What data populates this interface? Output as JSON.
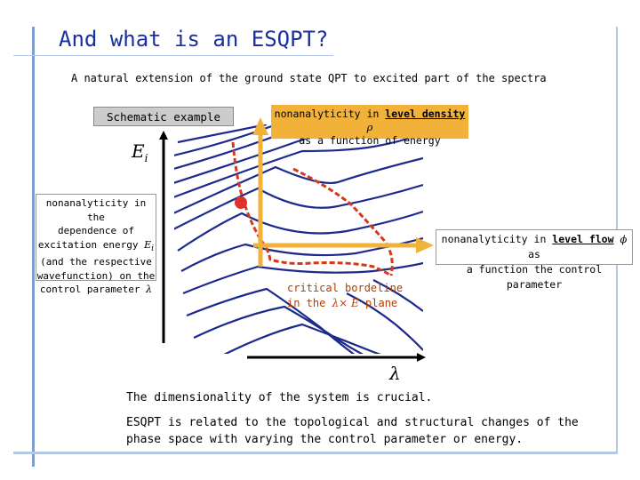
{
  "title": "And what is an ESQPT?",
  "subtitle": "A natural extension of the ground state QPT to excited part of the spectra",
  "schematic_label": "Schematic example",
  "density_note": {
    "line1_prefix": "nonanalyticity in ",
    "line1_link": "level density",
    "line1_symbol": "ρ",
    "line2": "as a function of energy"
  },
  "flow_note": {
    "line1_prefix": "nonanalyticity in ",
    "line1_link": "level flow",
    "line1_symbol": "ϕ",
    "line1_suffix": " as",
    "line2": "a function the control parameter"
  },
  "energy_note": {
    "l1": "nonanalyticity in the",
    "l2": "dependence of",
    "l3_prefix": "excitation energy ",
    "l3_symbol": "E",
    "l3_sub": "i",
    "l4": "(and the respective",
    "l5": "wavefunction) on the",
    "l6_prefix": "control parameter ",
    "l6_symbol": "λ"
  },
  "critical_note": {
    "line1": "critical bordeline",
    "line2_prefix": "in the ",
    "line2_math": "λ× E",
    "line2_suffix": " plane"
  },
  "y_axis_label": "E",
  "y_axis_sub": "i",
  "x_axis_label": "λ",
  "bottom_text1": "The dimensionality of the system is crucial.",
  "bottom_text2": "ESQPT is related to the topological and structural changes of the phase space with varying the control parameter or energy.",
  "colors": {
    "title": "#1a2fa0",
    "curves": "#1c2a8c",
    "critical": "#d23a1a",
    "arrow": "#f2b23a",
    "frame": "#7f9fd0"
  }
}
